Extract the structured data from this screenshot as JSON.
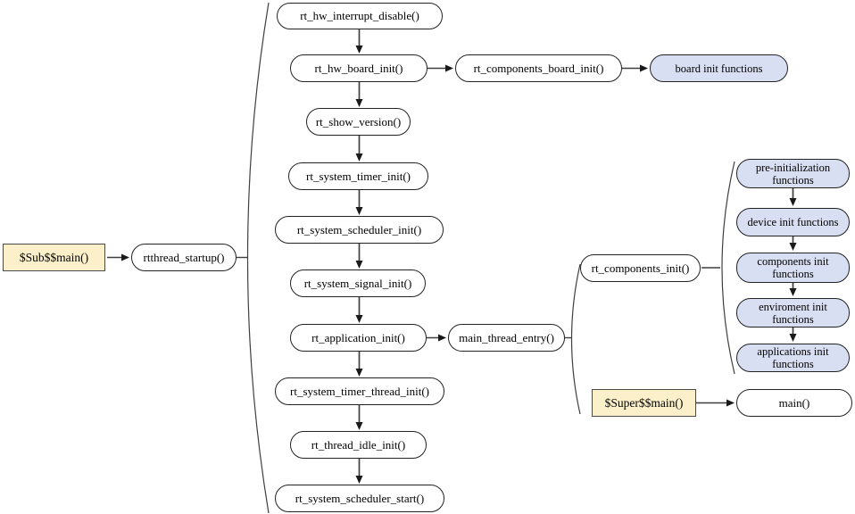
{
  "colors": {
    "background": "#ffffff",
    "node-fill": "#ffffff",
    "highlight-fill": "#fbf0ca",
    "component-fill": "#d9dff2",
    "border": "#222222",
    "line": "#3f3f3f",
    "arrowhead": "#1a1a1a",
    "text": "#000000"
  },
  "nodes": {
    "sub_main": {
      "label": "$Sub$$main()"
    },
    "rtthread_startup": {
      "label": "rtthread_startup()"
    },
    "rt_hw_interrupt_disable": {
      "label": "rt_hw_interrupt_disable()"
    },
    "rt_hw_board_init": {
      "label": "rt_hw_board_init()"
    },
    "rt_components_board_init": {
      "label": "rt_components_board_init()"
    },
    "board_init_functions": {
      "label": "board init functions"
    },
    "rt_show_version": {
      "label": "rt_show_version()"
    },
    "rt_system_timer_init": {
      "label": "rt_system_timer_init()"
    },
    "rt_system_scheduler_init": {
      "label": "rt_system_scheduler_init()"
    },
    "rt_system_signal_init": {
      "label": "rt_system_signal_init()"
    },
    "rt_application_init": {
      "label": "rt_application_init()"
    },
    "main_thread_entry": {
      "label": "main_thread_entry()"
    },
    "rt_components_init": {
      "label": "rt_components_init()"
    },
    "pre_initialization_functions": {
      "label": "pre-initialization functions"
    },
    "device_init_functions": {
      "label": "device init functions"
    },
    "components_init_functions": {
      "label": "components init functions"
    },
    "enviroment_init_functions": {
      "label": "enviroment init functions"
    },
    "applications_init_functions": {
      "label": "applications init functions"
    },
    "rt_system_timer_thread_init": {
      "label": "rt_system_timer_thread_init()"
    },
    "rt_thread_idle_init": {
      "label": "rt_thread_idle_init()"
    },
    "rt_system_scheduler_start": {
      "label": "rt_system_scheduler_start()"
    },
    "super_main": {
      "label": "$Super$$main()"
    },
    "main": {
      "label": "main()"
    }
  }
}
